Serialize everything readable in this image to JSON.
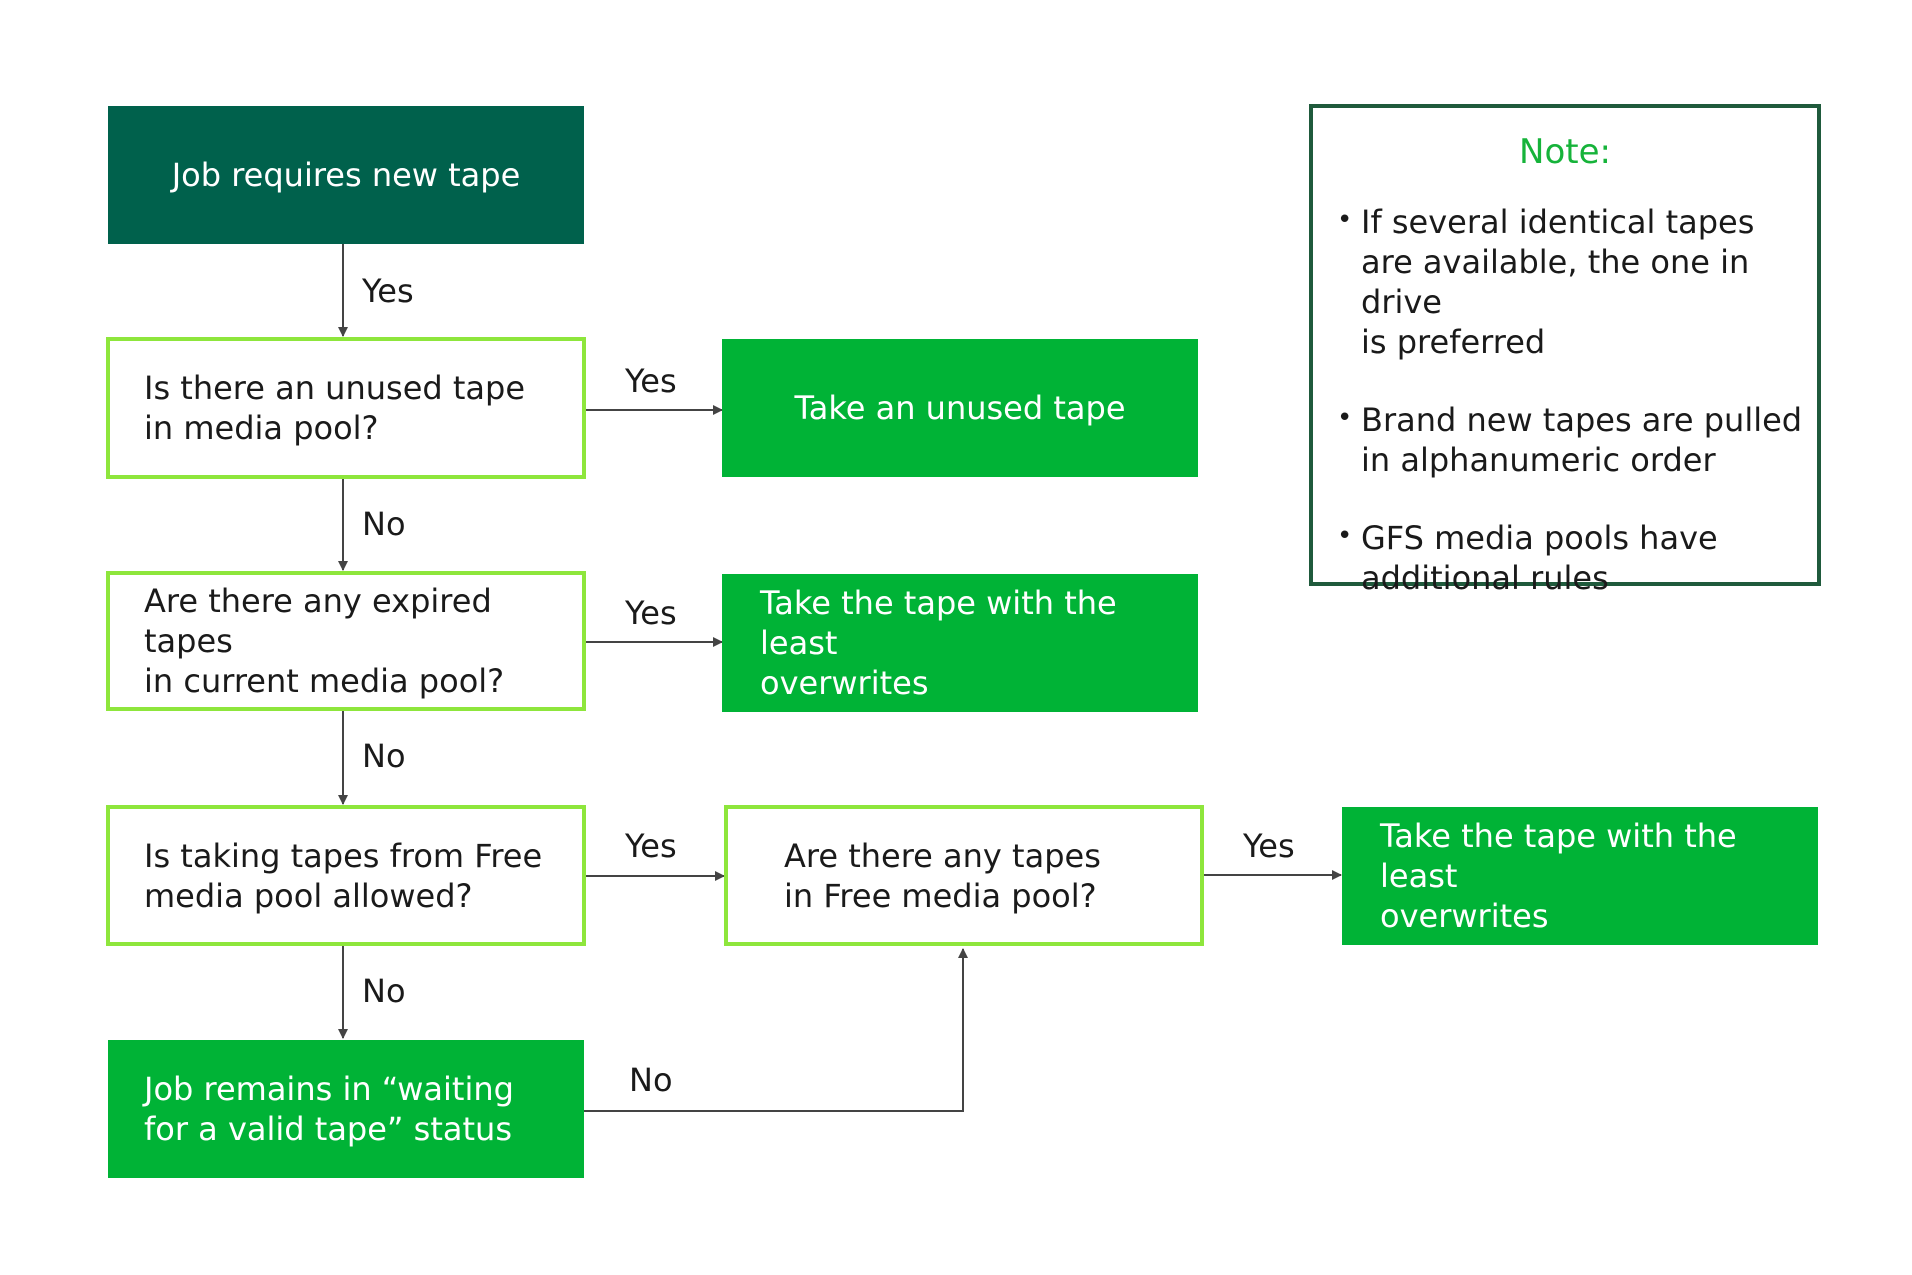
{
  "nodes": {
    "start": "Job requires new tape",
    "q_unused": "Is there an unused tape\nin media pool?",
    "take_unused": "Take an unused tape",
    "q_expired": "Are there any expired tapes\nin current media pool?",
    "take_least_1": "Take the tape with the least\noverwrites",
    "q_free_allowed": "Is taking tapes from Free\nmedia pool allowed?",
    "q_free_any": "Are there any tapes\nin Free media pool?",
    "take_least_2": "Take the tape with the least\noverwrites",
    "waiting": "Job remains in  “waiting\nfor a valid tape” status"
  },
  "labels": {
    "start_yes": "Yes",
    "unused_yes": "Yes",
    "unused_no": "No",
    "expired_yes": "Yes",
    "expired_no": "No",
    "free_allowed_yes": "Yes",
    "free_allowed_no": "No",
    "free_any_yes": "Yes",
    "waiting_no": "No"
  },
  "note": {
    "title": "Note:",
    "items": [
      "If several identical tapes\nare available, the one in drive\nis preferred",
      "Brand new tapes are pulled\nin alphanumeric order",
      "GFS media pools have\nadditional rules"
    ]
  },
  "colors": {
    "dark_green": "#00614c",
    "bright_green": "#00b336",
    "light_green_border": "#8ee63c",
    "note_border": "#1f5a3c",
    "note_title": "#16b33a"
  }
}
